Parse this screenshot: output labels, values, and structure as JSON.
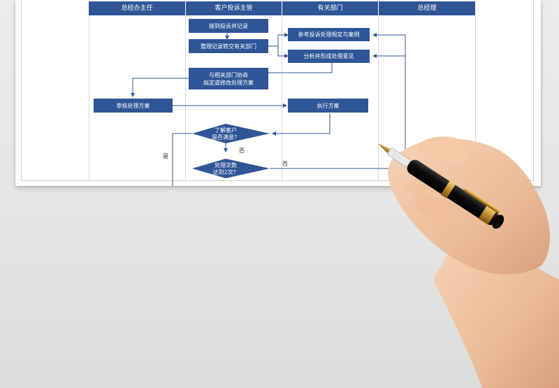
{
  "lanes": [
    {
      "label": "总经办主任"
    },
    {
      "label": "客户投诉主管"
    },
    {
      "label": "有关部门"
    },
    {
      "label": "总经理"
    }
  ],
  "nodes": {
    "receive": "接到投诉并记录",
    "organize": "整理记录转交有关部门",
    "refer": "参考投诉处理规定与案例",
    "analyze": "分析并形成处理意见",
    "negotiate": "与相关部门协商\n拟定或修改处理方案",
    "review": "审核处理方案",
    "execute": "执行方案",
    "satisfied": "了解客户\n是否满意？",
    "count": "处理次数\n达到2次？"
  },
  "edge_labels": {
    "no_1": "否",
    "yes": "是",
    "no_2": "否"
  },
  "colors": {
    "primary": "#2f5597",
    "connector": "#2f5597",
    "header_text": "#ffffff"
  }
}
